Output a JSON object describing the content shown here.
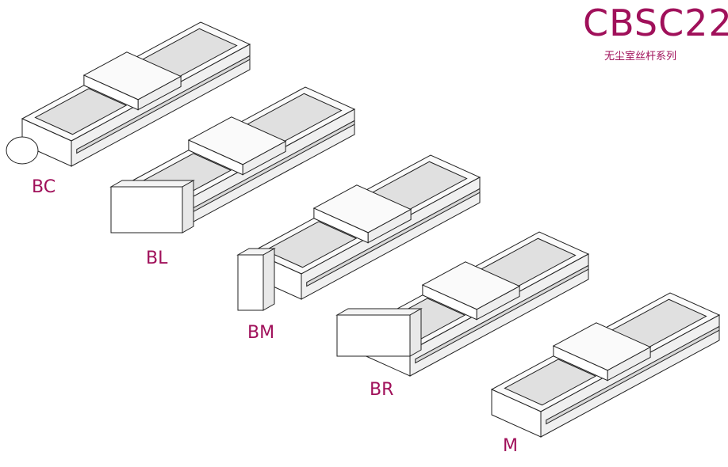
{
  "title": "CBSC22",
  "subtitle": "无尘室丝杆系列",
  "accent_color": "#a0105a",
  "models": [
    {
      "label": "BC",
      "motor": "inline-cylinder"
    },
    {
      "label": "BL",
      "motor": "side-box"
    },
    {
      "label": "BM",
      "motor": "vertical-box"
    },
    {
      "label": "BR",
      "motor": "side-box-right"
    },
    {
      "label": "M",
      "motor": "none"
    }
  ]
}
